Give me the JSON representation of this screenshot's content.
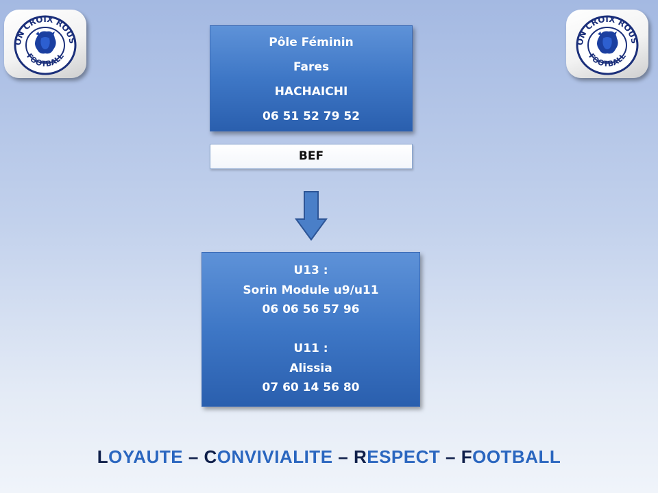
{
  "logo": {
    "top_text": "LYON CROIX ROUSSE",
    "bottom_text": "FOOTBALL"
  },
  "top_box": {
    "lines": [
      "Pôle Féminin",
      "Fares",
      "HACHAICHI",
      "06 51 52 79 52"
    ]
  },
  "bef_label": "BEF",
  "bottom_box": {
    "lines": [
      "U13 :",
      "Sorin Module u9/u11",
      "06 06 56 57 96",
      "",
      "U11 :",
      "Alissia",
      "07 60 14 56 80"
    ]
  },
  "motto": [
    {
      "initial": "L",
      "rest": "OYAUTE"
    },
    {
      "initial": "C",
      "rest": "ONVIVIALITE"
    },
    {
      "initial": "R",
      "rest": "ESPECT"
    },
    {
      "initial": "F",
      "rest": "OOTBALL"
    }
  ],
  "motto_separator": " – ",
  "colors": {
    "box_blue": "#3e77c6",
    "motto_dark": "#0f1f4a",
    "motto_blue": "#2a66bf"
  }
}
